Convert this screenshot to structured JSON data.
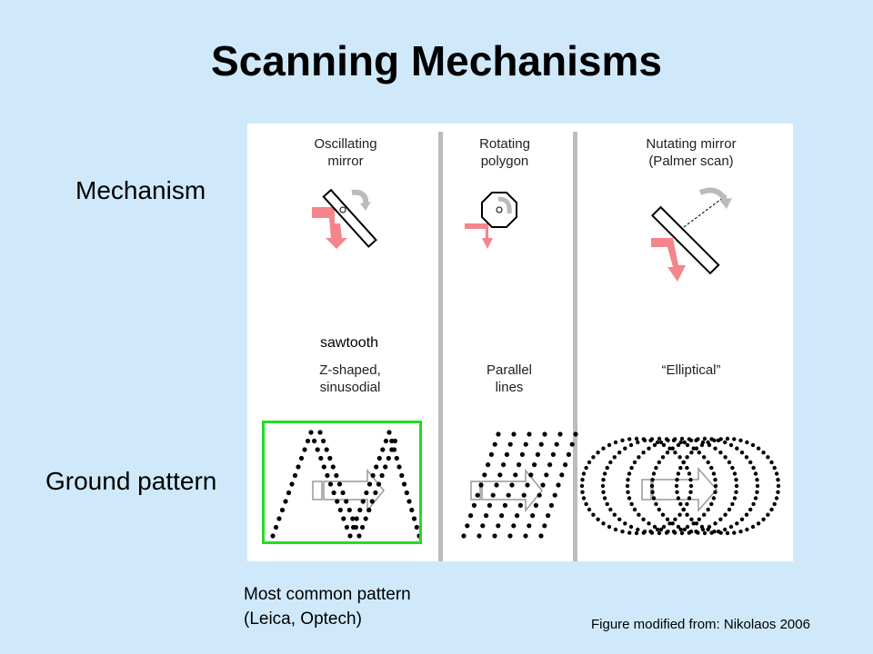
{
  "title": "Scanning Mechanisms",
  "row_labels": {
    "mechanism": "Mechanism",
    "ground_pattern": "Ground pattern"
  },
  "columns": [
    {
      "mechanism_line1": "Oscillating",
      "mechanism_line2": "mirror",
      "pattern_line1": "Z-shaped,",
      "pattern_line2": "sinusodial"
    },
    {
      "mechanism_line1": "Rotating",
      "mechanism_line2": "polygon",
      "pattern_line1": "Parallel",
      "pattern_line2": "lines"
    },
    {
      "mechanism_line1": "Nutating mirror",
      "mechanism_line2": "(Palmer scan)",
      "pattern_line1": "“Elliptical”",
      "pattern_line2": ""
    }
  ],
  "annotation": "sawtooth",
  "note_line1": "Most common pattern",
  "note_line2": "(Leica, Optech)",
  "credit": "Figure modified from: Nikolaos 2006",
  "colors": {
    "background": "#cfe9fb",
    "arrow": "#f4858a",
    "highlight": "#22dd22",
    "divider": "#bdbdbd"
  }
}
